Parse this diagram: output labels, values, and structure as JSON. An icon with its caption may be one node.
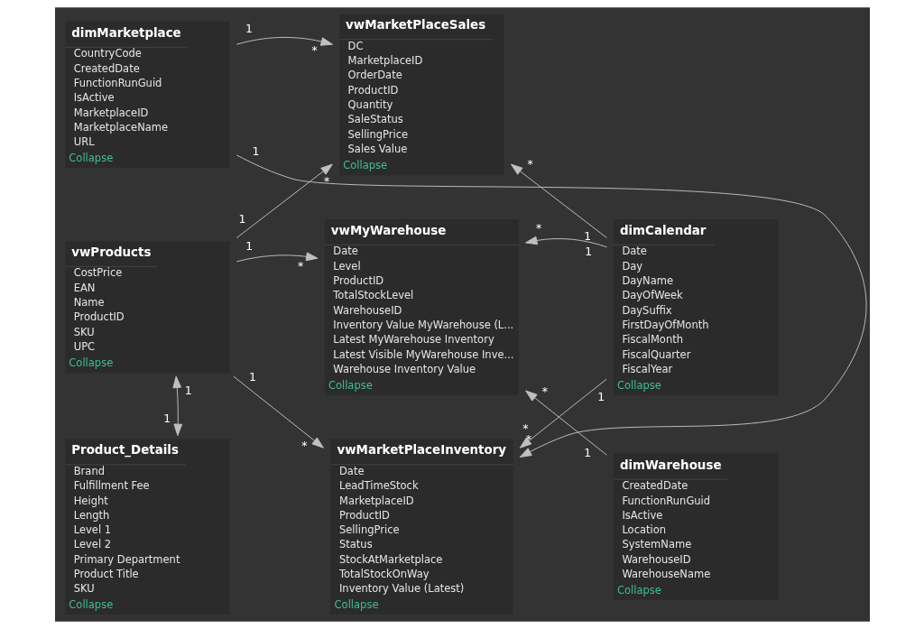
{
  "diagram": {
    "nodes": [
      {
        "text": [
          "dimMarketplace",
          "CountryCode",
          "CreatedDate",
          "FunctionRunGuid",
          "IsActive",
          "MarketplaceID",
          "MarketplaceName",
          "URL",
          "Collapse"
        ]
      },
      {
        "text": [
          "vwMarketPlaceSales",
          "DC",
          "MarketplaceID",
          "OrderDate",
          "ProductID",
          "Quantity",
          "SaleStatus",
          "SellingPrice",
          "Sales Value",
          "Collapse"
        ]
      },
      {
        "text": [
          "vwProducts",
          "CostPrice",
          "EAN",
          "Name",
          "ProductID",
          "SKU",
          "UPC",
          "Collapse"
        ]
      },
      {
        "text": [
          "vwMyWarehouse",
          "Date",
          "Level",
          "ProductID",
          "TotalStockLevel",
          "WarehouseID",
          "Inventory Value MyWarehouse (L...",
          "Latest MyWarehouse Inventory",
          "Latest Visible MyWarehouse Inve...",
          "Warehouse Inventory Value",
          "Collapse"
        ]
      },
      {
        "text": [
          "dimCalendar",
          "Date",
          "Day",
          "DayName",
          "DayOfWeek",
          "DaySuffix",
          "FirstDayOfMonth",
          "FiscalMonth",
          "FiscalQuarter",
          "FiscalYear",
          "Collapse"
        ]
      },
      {
        "text": [
          "Product_Details",
          "Brand",
          "Fulfillment Fee",
          "Height",
          "Length",
          "Level 1",
          "Level 2",
          "Primary Department",
          "Product Title",
          "SKU",
          "Collapse"
        ]
      },
      {
        "text": [
          "vwMarketPlaceInventory",
          "Date",
          "LeadTimeStock",
          "MarketplaceID",
          "ProductID",
          "SellingPrice",
          "Status",
          "StockAtMarketplace",
          "TotalStockOnWay",
          "Inventory Value (Latest)",
          "Collapse"
        ]
      },
      {
        "text": [
          "dimWarehouse",
          "CreatedDate",
          "FunctionRunGuid",
          "IsActive",
          "Location",
          "SystemName",
          "WarehouseID",
          "WarehouseName",
          "Collapse"
        ]
      }
    ],
    "edges": [
      {
        "from": 0,
        "to": 6,
        "arrow": "to"
      },
      {
        "from": 0,
        "to": 1,
        "arrow": "to"
      },
      {
        "from": 2,
        "to": 1,
        "arrow": "to"
      },
      {
        "from": 2,
        "to": 3,
        "arrow": "to"
      },
      {
        "from": 2,
        "to": 6,
        "arrow": "to"
      },
      {
        "from": 2,
        "to": 5,
        "arrow": "both"
      },
      {
        "from": 4,
        "to": 1,
        "arrow": "to"
      },
      {
        "from": 4,
        "to": 3,
        "arrow": "to"
      },
      {
        "from": 7,
        "to": 3,
        "arrow": "to"
      },
      {
        "from": 4,
        "to": 6,
        "arrow": "to"
      }
    ],
    "labels": [
      "1",
      "*",
      "1",
      "*",
      "1",
      "*",
      "1",
      "*",
      "1",
      "*",
      "1",
      "1",
      "1",
      "*",
      "1",
      "*",
      "1",
      "*",
      "1",
      "*"
    ]
  }
}
